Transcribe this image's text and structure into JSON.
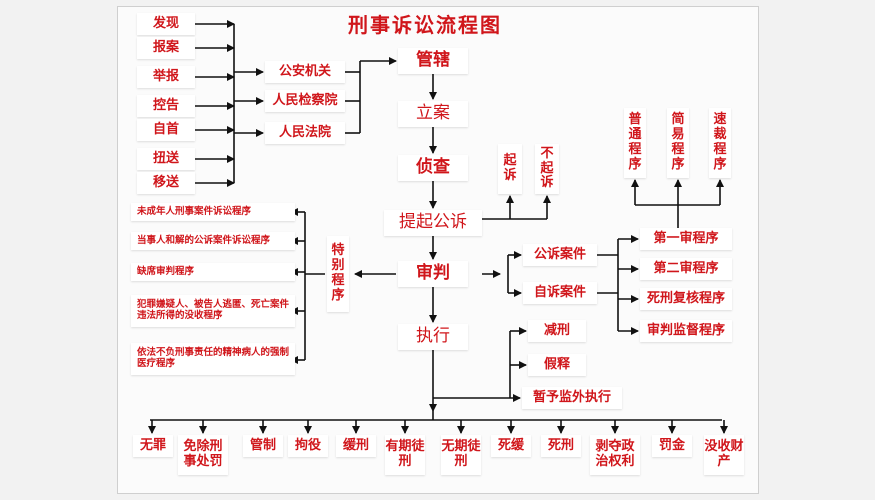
{
  "title": "刑事诉讼流程图",
  "sources": [
    "发现",
    "报案",
    "举报",
    "控告",
    "自首",
    "扭送",
    "移送"
  ],
  "organs": [
    "公安机关",
    "人民检察院",
    "人民法院"
  ],
  "main_flow": {
    "jurisdiction": "管辖",
    "filing": "立案",
    "investigation": "侦查",
    "prosecution": "提起公诉",
    "trial": "审判",
    "execution": "执行"
  },
  "prosecution_outcomes": [
    "起诉",
    "不起诉"
  ],
  "trial_procedures_top": [
    "普通程序",
    "简易程序",
    "速裁程序"
  ],
  "special_procedure_label": "特别程序",
  "special_procedures": [
    "未成年人刑事案件诉讼程序",
    "当事人和解的公诉案件诉讼程序",
    "缺席审判程序",
    "犯罪嫌疑人、被告人逃匿、死亡案件违法所得的没收程序",
    "依法不负刑事责任的精神病人的强制医疗程序"
  ],
  "case_types": [
    "公诉案件",
    "自诉案件"
  ],
  "trial_procedures": [
    "第一审程序",
    "第二审程序",
    "死刑复核程序",
    "审判监督程序"
  ],
  "execution_changes": [
    "减刑",
    "假释",
    "暂予监外执行"
  ],
  "results": [
    "无罪",
    "免除刑事处罚",
    "管制",
    "拘役",
    "缓刑",
    "有期徒刑",
    "无期徒刑",
    "死缓",
    "死刑",
    "剥夺政治权利",
    "罚金",
    "没收财产"
  ],
  "colors": {
    "text": "#d0161b",
    "line": "#111111",
    "box": "#ffffff",
    "background": "#f2f2f2"
  }
}
